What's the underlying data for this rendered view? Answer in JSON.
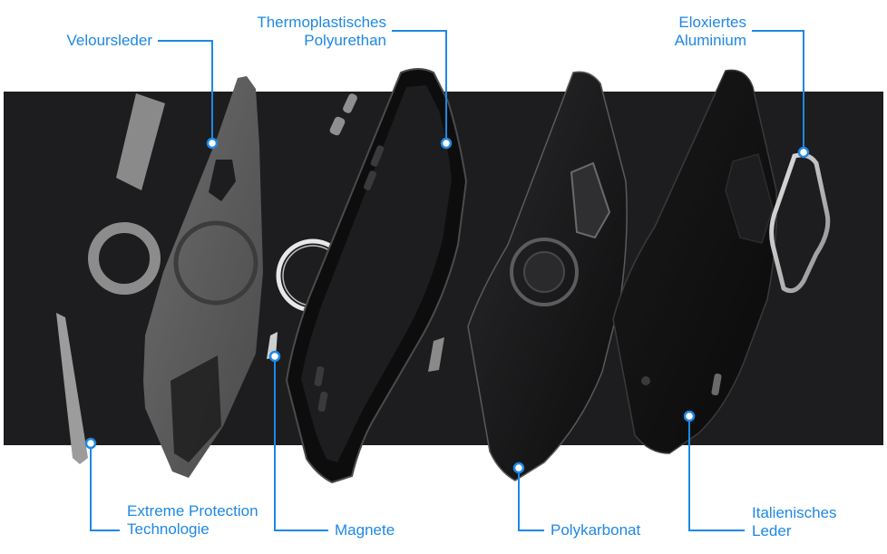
{
  "colors": {
    "accent": "#1e88e5",
    "band": "#1d1d1f",
    "background": "#ffffff"
  },
  "labels": {
    "veloursleder": "Veloursleder",
    "tpu_line1": "Thermoplastisches",
    "tpu_line2": "Polyurethan",
    "aluminium_line1": "Eloxiertes",
    "aluminium_line2": "Aluminium",
    "extreme_line1": "Extreme Protection",
    "extreme_line2": "Technologie",
    "magnete": "Magnete",
    "polykarbonat": "Polykarbonat",
    "leder_line1": "Italienisches",
    "leder_line2": "Leder"
  }
}
